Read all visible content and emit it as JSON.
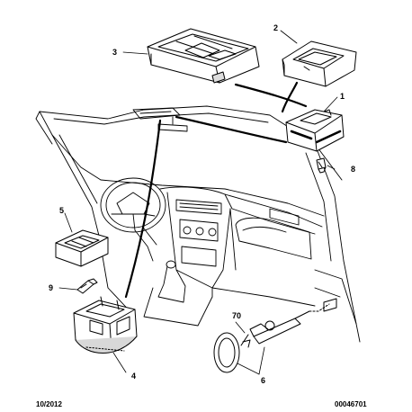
{
  "callouts": {
    "c1": "1",
    "c2": "2",
    "c3": "3",
    "c4": "4",
    "c5": "5",
    "c6": "6",
    "c8": "8",
    "c9": "9",
    "c70": "70"
  },
  "footer": {
    "date": "10/2012",
    "reference": "00046701"
  },
  "colors": {
    "line": "#000000",
    "background": "#ffffff",
    "shade": "#d8d8d8"
  }
}
